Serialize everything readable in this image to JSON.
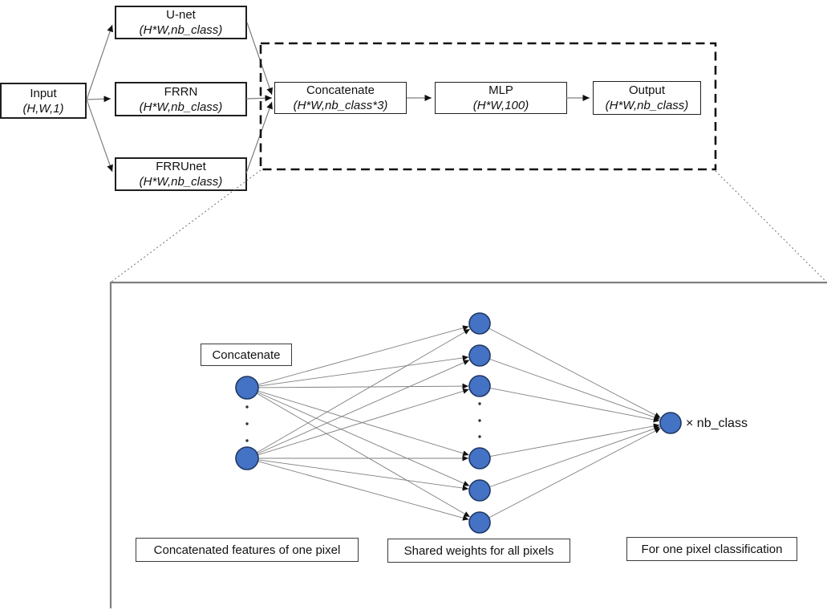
{
  "figure": {
    "pipeline": {
      "input": {
        "label": "Input",
        "shape": "(H,W,1)"
      },
      "branches": [
        {
          "label": "U-net",
          "shape": "(H*W,nb_class)"
        },
        {
          "label": "FRRN",
          "shape": "(H*W,nb_class)"
        },
        {
          "label": "FRRUnet",
          "shape": "(H*W,nb_class)"
        }
      ],
      "concatenate": {
        "label": "Concatenate",
        "shape": "(H*W,nb_class*3)"
      },
      "mlp": {
        "label": "MLP",
        "shape": "(H*W,100)"
      },
      "output": {
        "label": "Output",
        "shape": "(H*W,nb_class)"
      }
    },
    "detail": {
      "concatenate_label": "Concatenate",
      "output_multiplier": "× nb_class",
      "caption_left": "Concatenated features of one pixel",
      "caption_middle": "Shared weights for all pixels",
      "caption_right": "For one pixel classification",
      "input_neurons": 2,
      "hidden_neurons": 6,
      "output_neurons": 1
    },
    "colors": {
      "neuron_fill": "#4472C4",
      "neuron_stroke": "#203864",
      "edge_gray": "#7f7f7f"
    }
  }
}
